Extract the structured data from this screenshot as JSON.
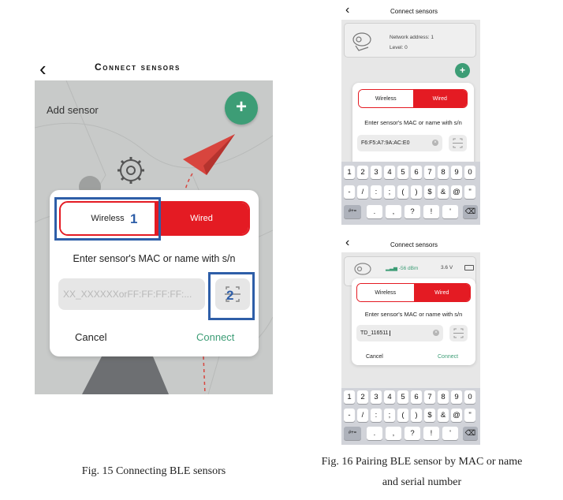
{
  "fig15": {
    "back": "‹",
    "title": "Connect sensors",
    "add_sensor": "Add sensor",
    "fab": "+",
    "tab_wireless": "Wireless",
    "tab_wired": "Wired",
    "prompt": "Enter sensor's MAC or name with s/n",
    "input_placeholder": "XX_XXXXXXorFF:FF:FF:FF:...",
    "cancel": "Cancel",
    "connect": "Connect",
    "marker1": "1",
    "marker2": "2",
    "caption": "Fig. 15 Connecting BLE sensors"
  },
  "fig16a": {
    "back": "‹",
    "title": "Connect sensors",
    "network_address": "Network address: 1",
    "level": "Level: 0",
    "fab": "+",
    "tab_wireless": "Wireless",
    "tab_wired": "Wired",
    "prompt": "Enter sensor's MAC or name with s/n",
    "input_value": "F6:F5:A7:9A:AC:E0",
    "clear": "×"
  },
  "fig16b": {
    "back": "‹",
    "title": "Connect sensors",
    "signal": "-56 dBm",
    "voltage": "3.6 V",
    "tab_wireless": "Wireless",
    "tab_wired": "Wired",
    "prompt": "Enter sensor's MAC or name with s/n",
    "input_value": "TD_116511",
    "clear": "×",
    "cancel": "Cancel",
    "connect": "Connect"
  },
  "keyboard": {
    "row1": [
      "1",
      "2",
      "3",
      "4",
      "5",
      "6",
      "7",
      "8",
      "9",
      "0"
    ],
    "row2": [
      "-",
      "/",
      ":",
      ";",
      "(",
      ")",
      "$",
      "&",
      "@",
      "\""
    ],
    "row3_left": "#+=",
    "row3": [
      ".",
      ",",
      "?",
      "!",
      "'"
    ],
    "row3_right": "⌫"
  },
  "caption16_line1": "Fig. 16 Pairing BLE sensor by MAC or name",
  "caption16_line2": "and serial number",
  "colors": {
    "red": "#e41b23",
    "green": "#3d9d76",
    "highlight": "#2e5ea8"
  }
}
